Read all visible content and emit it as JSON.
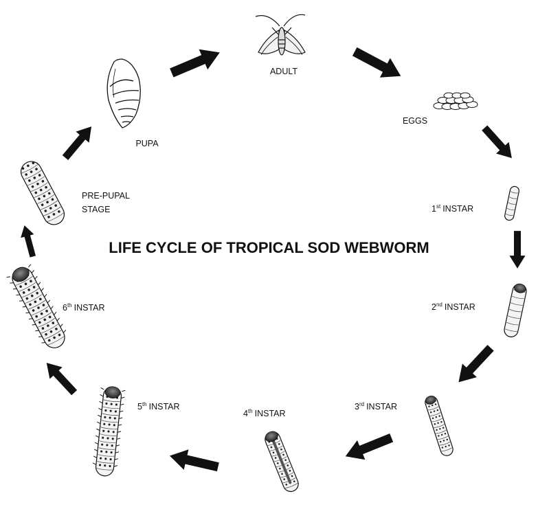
{
  "title": "LIFE CYCLE OF TROPICAL SOD WEBWORM",
  "stages": {
    "adult": "ADULT",
    "eggs": "EGGS",
    "instar1": {
      "num": "1",
      "sup": "st",
      "word": "INSTAR"
    },
    "instar2": {
      "num": "2",
      "sup": "nd",
      "word": "INSTAR"
    },
    "instar3": {
      "num": "3",
      "sup": "rd",
      "word": "INSTAR"
    },
    "instar4": {
      "num": "4",
      "sup": "th",
      "word": "INSTAR"
    },
    "instar5": {
      "num": "5",
      "sup": "th",
      "word": "INSTAR"
    },
    "instar6": {
      "num": "6",
      "sup": "th",
      "word": "INSTAR"
    },
    "prepupal_line1": "PRE-PUPAL",
    "prepupal_line2": "STAGE",
    "pupa": "PUPA"
  },
  "colors": {
    "ink": "#111111",
    "background": "#ffffff",
    "larva_fill": "#f4f4f4"
  },
  "icons": [
    "moth-adult-icon",
    "egg-cluster-icon",
    "larva-icon",
    "pupa-icon",
    "cycle-arrow-icon"
  ]
}
